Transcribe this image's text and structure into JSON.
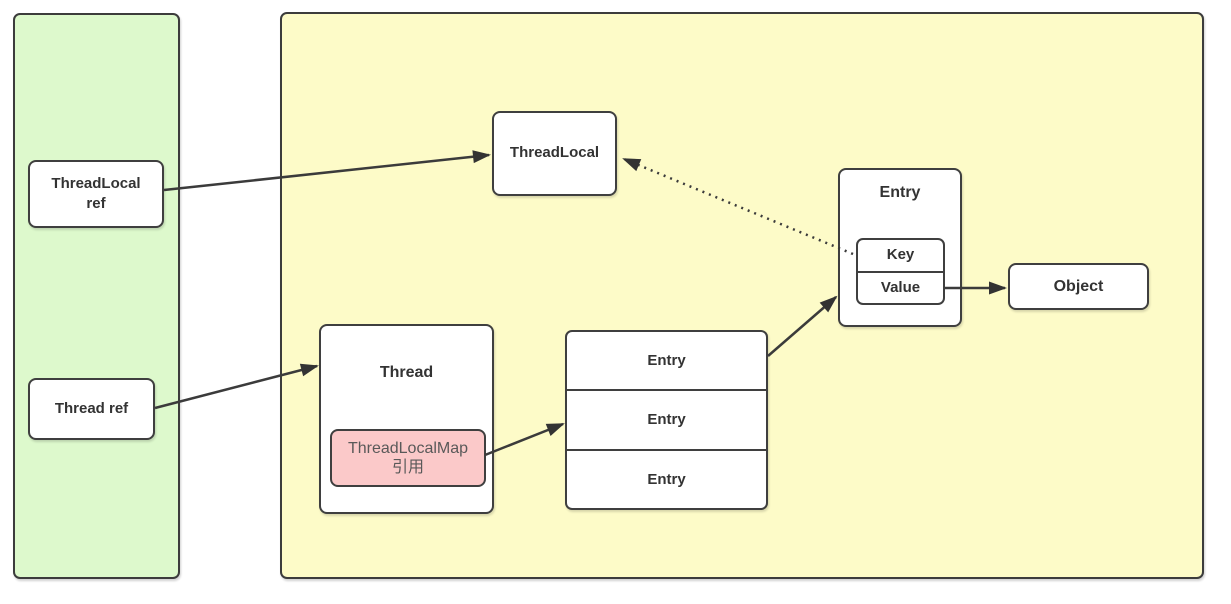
{
  "diagram": {
    "stack": {
      "threadlocal_ref": "ThreadLocal ref",
      "thread_ref": "Thread ref"
    },
    "heap": {
      "threadlocal": "ThreadLocal",
      "thread": "Thread",
      "threadlocalmap_ref": "ThreadLocalMap 引用",
      "entries": [
        "Entry",
        "Entry",
        "Entry"
      ],
      "entry": {
        "title": "Entry",
        "key": "Key",
        "value": "Value"
      },
      "object": "Object"
    },
    "arrows": [
      {
        "from": "ThreadLocal ref",
        "to": "ThreadLocal",
        "style": "solid"
      },
      {
        "from": "Thread ref",
        "to": "Thread",
        "style": "solid"
      },
      {
        "from": "ThreadLocalMap 引用",
        "to": "Entry array",
        "style": "solid"
      },
      {
        "from": "Entry array",
        "to": "Entry",
        "style": "solid"
      },
      {
        "from": "Value",
        "to": "Object",
        "style": "solid"
      },
      {
        "from": "Key",
        "to": "ThreadLocal",
        "style": "dotted"
      }
    ],
    "colors": {
      "stack_panel_bg": "#ddf9cc",
      "heap_panel_bg": "#fdfbc8",
      "threadlocalmap_ref_bg": "#fbc9c9",
      "node_bg": "#ffffff",
      "border": "#3c3c3c",
      "text": "#333333",
      "threadlocalmap_ref_text": "#595959"
    }
  }
}
